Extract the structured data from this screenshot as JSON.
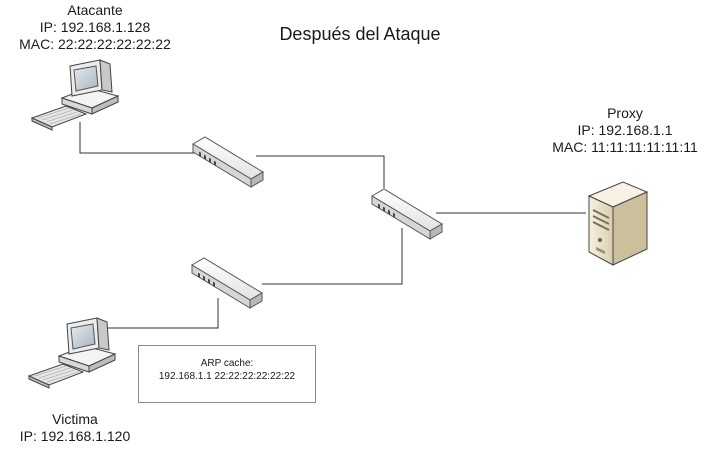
{
  "title": "Después del Ataque",
  "attacker": {
    "name": "Atacante",
    "ip": "IP: 192.168.1.128",
    "mac": "MAC: 22:22:22:22:22:22",
    "icon": "desktop-computer-icon"
  },
  "proxy": {
    "name": "Proxy",
    "ip": "IP: 192.168.1.1",
    "mac": "MAC: 11:11:11:11:11:11",
    "icon": "server-tower-icon"
  },
  "victim": {
    "name": "Victima",
    "ip": "IP: 192.168.1.120",
    "icon": "desktop-computer-icon"
  },
  "arp_cache": {
    "heading": "ARP cache:",
    "entry": "192.168.1.1 22:22:22:22:22:22"
  },
  "colors": {
    "line": "#333333",
    "switch_body": "#f2f2f2",
    "switch_edge": "#555555",
    "computer_body": "#e8e8e8",
    "screen": "#cfd6de",
    "server_body": "#ebe2cc"
  }
}
